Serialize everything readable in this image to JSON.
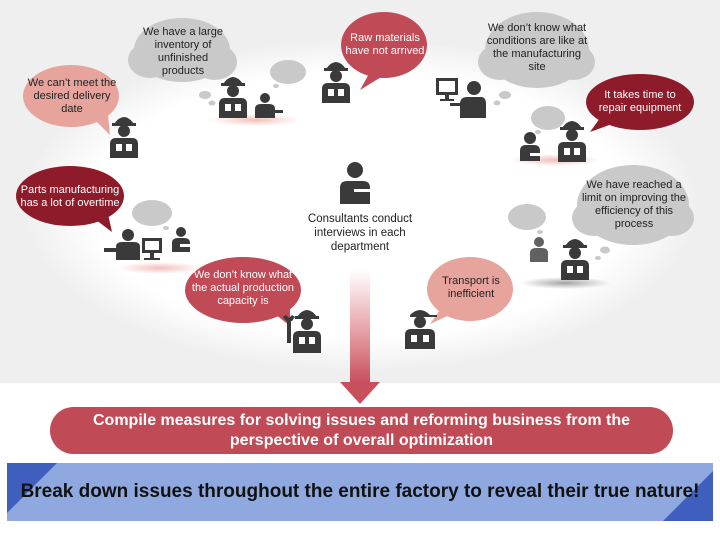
{
  "bubbles": {
    "inventory": "We have a large inventory of unfinished products",
    "raw_materials": "Raw materials have not arrived",
    "conditions": "We don’t know what conditions are like at the manufacturing site",
    "delivery": "We can’t meet the desired delivery date",
    "repair": "It takes time to repair equipment",
    "overtime": "Parts manufacturing has a lot of overtime",
    "efficiency": "We have reached a limit on improving the efficiency of this process",
    "capacity": "We don’t know what the actual production capacity is",
    "transport": "Transport is inefficient"
  },
  "center_text": "Consultants conduct interviews in each department",
  "banner_red": "Compile measures for solving issues and reforming business from the perspective of overall optimization",
  "banner_blue": "Break down issues throughout the entire factory to reveal their true nature!",
  "colors": {
    "dark_red": "#8e1b2a",
    "red": "#c04a55",
    "pink": "#e7a49d",
    "gray_bubble": "#c9c9c9",
    "icon": "#3a3a3a",
    "banner_blue": "#8fa9e0",
    "banner_blue_dark": "#3f5fbf",
    "arrow": "#c8505c"
  }
}
